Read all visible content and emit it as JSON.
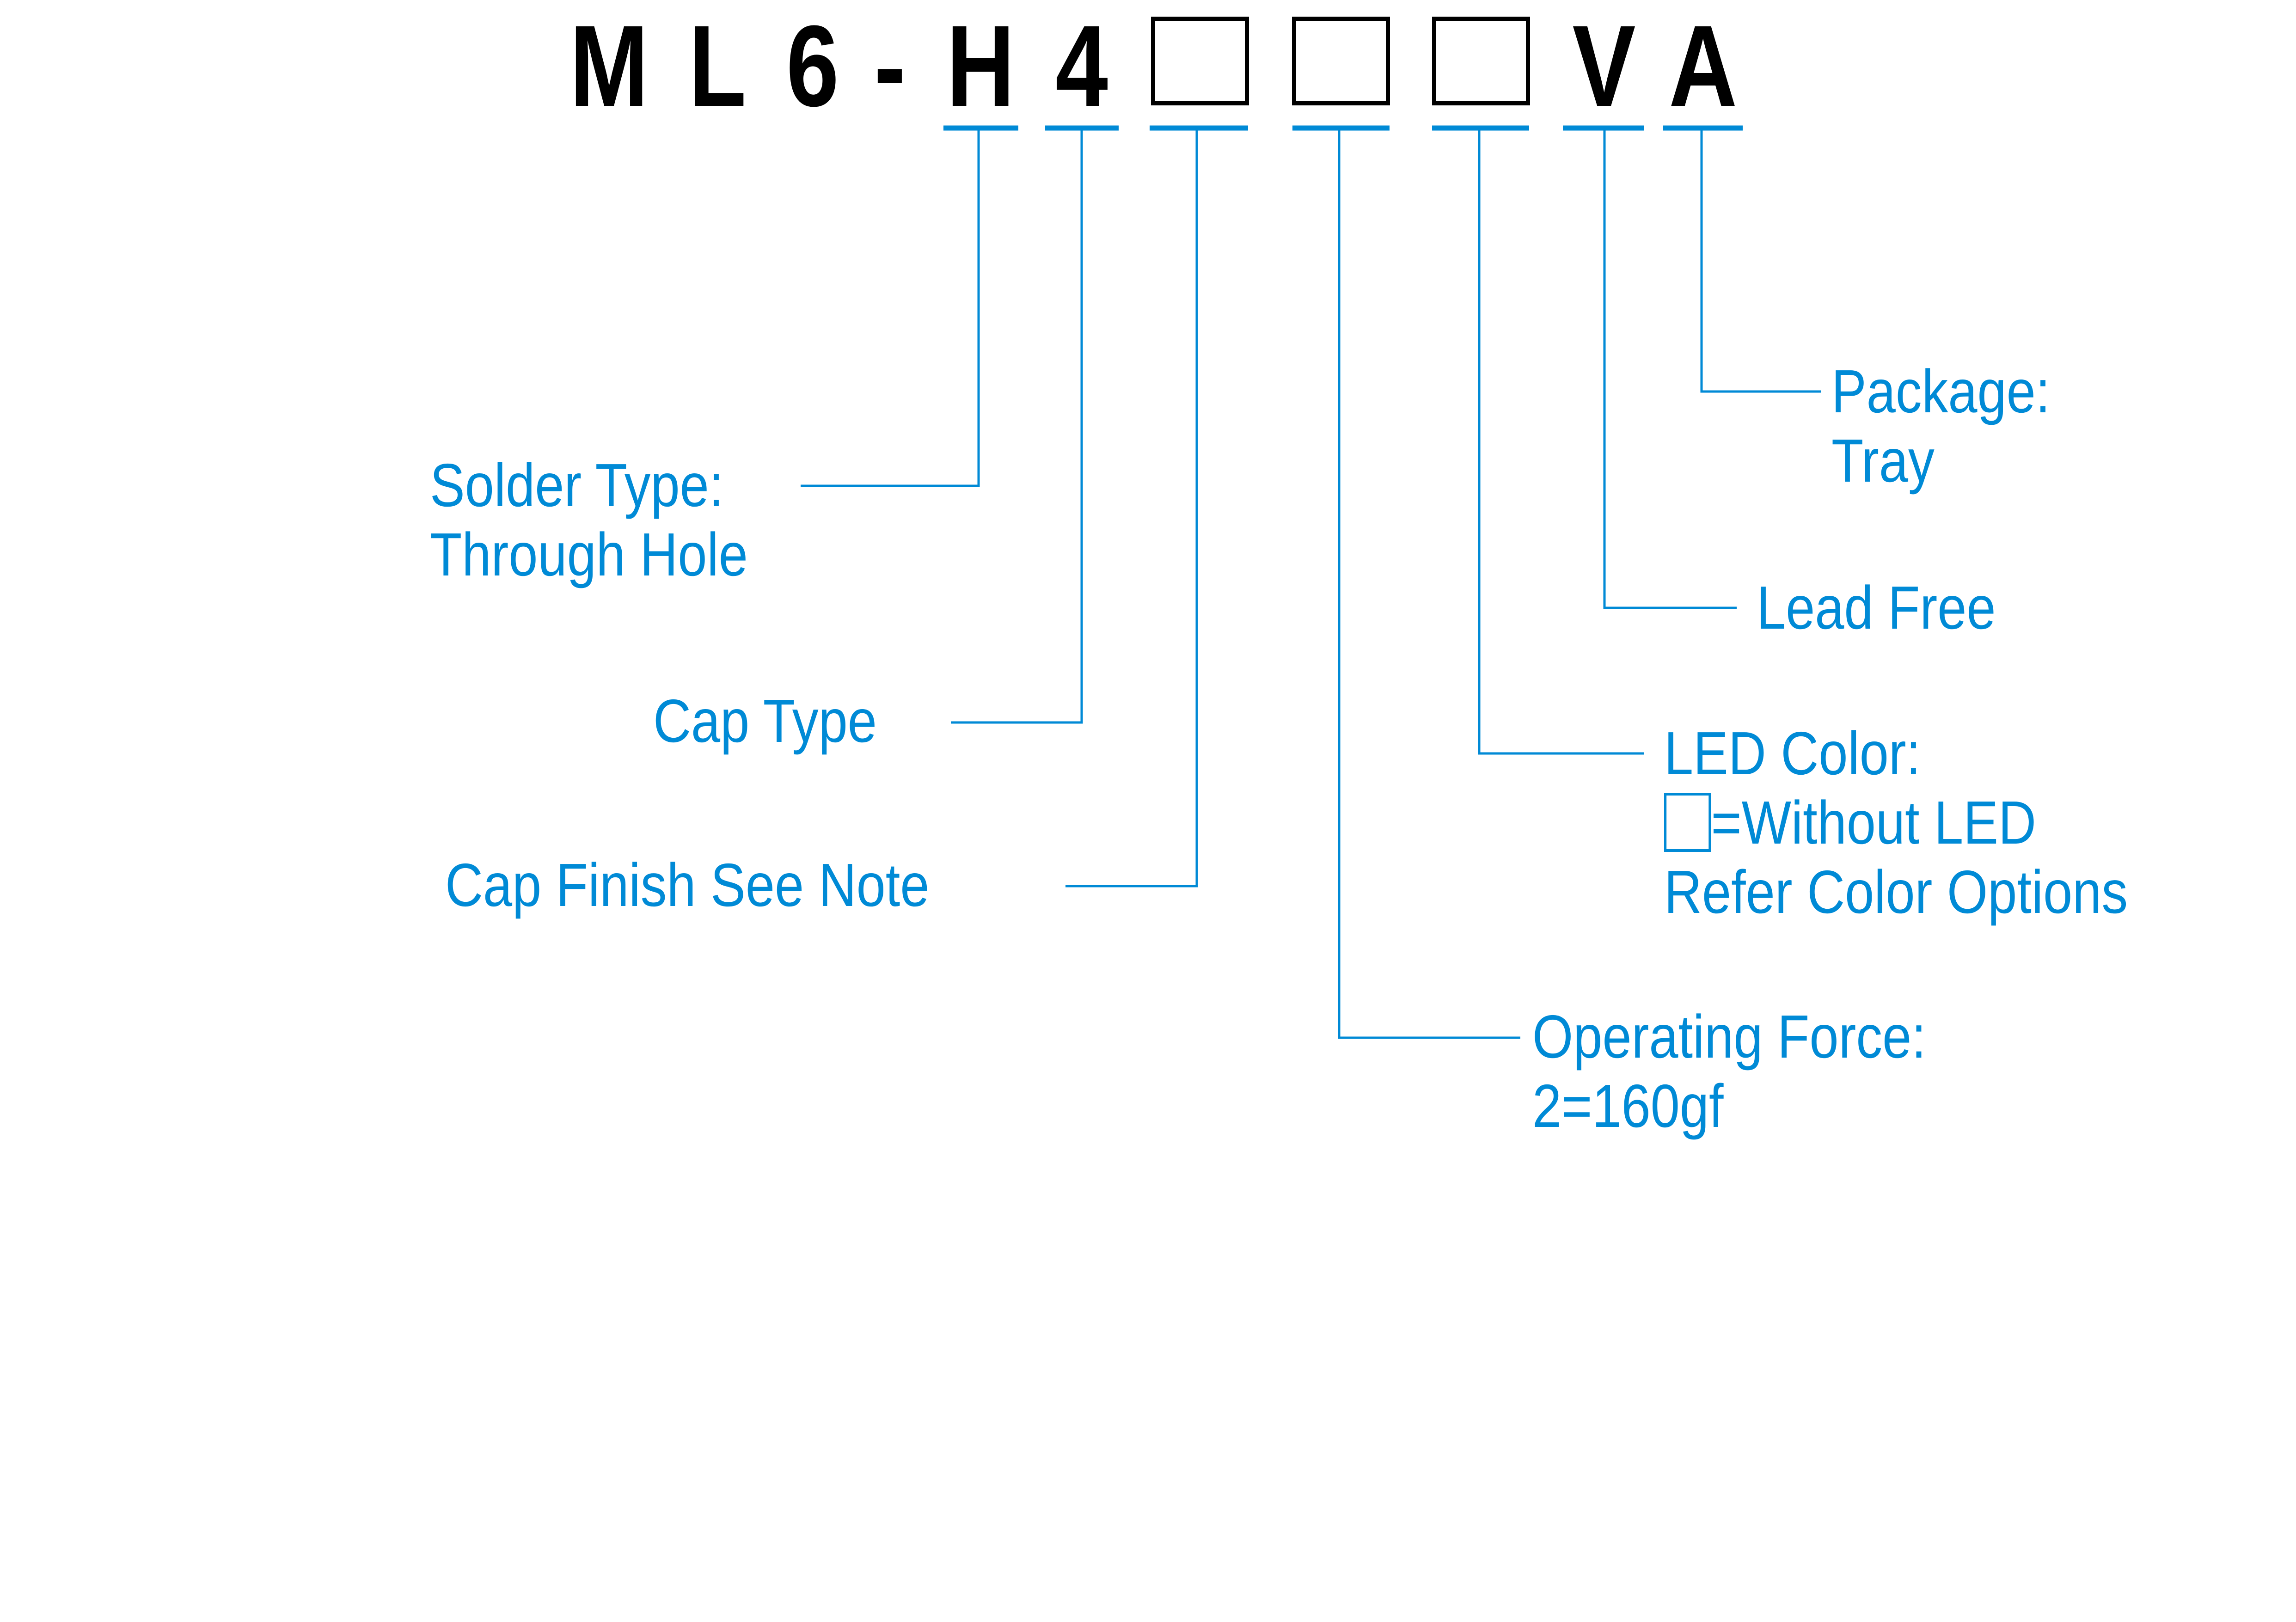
{
  "part_number": {
    "characters": [
      "M",
      "L",
      "6",
      "-",
      "H",
      "4",
      "",
      "",
      "",
      "V",
      "A"
    ],
    "placeholder_glyph": "box-placeholder"
  },
  "colors": {
    "text_primary": "#000000",
    "callout": "#008ad6",
    "background": "#ffffff"
  },
  "callouts": {
    "solder_type": {
      "title": "Solder Type:",
      "value": "Through Hole"
    },
    "cap_type": {
      "title": "Cap Type"
    },
    "cap_finish": {
      "title": "Cap Finish See Note"
    },
    "operating_force": {
      "title": "Operating Force:",
      "value": "2=160gf"
    },
    "led_color": {
      "title": "LED Color:",
      "value": "=Without LED",
      "note": "Refer Color Options"
    },
    "lead_free": {
      "title": "Lead Free"
    },
    "package": {
      "title": "Package:",
      "value": "Tray"
    }
  }
}
